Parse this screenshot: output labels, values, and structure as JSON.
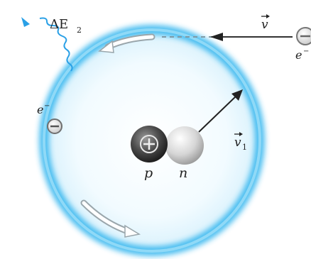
{
  "labels": {
    "photon_energy": "ΔE",
    "photon_energy_sub": "2",
    "incoming_velocity": "v",
    "incoming_electron": "e",
    "incoming_electron_sup": "−",
    "orbit_electron": "e",
    "orbit_electron_sup": "−",
    "neutron_velocity": "v",
    "neutron_velocity_sub": "1",
    "proton": "p",
    "neutron": "n"
  },
  "colors": {
    "orbit_glow": "#2db4ee",
    "orbit_fill": "#eaf7fd",
    "proton": "#4a4a4a",
    "neutron": "#d9d9d9",
    "photon": "#2aa0e6",
    "electron_charge": "#7a7a7a"
  },
  "icons": {
    "orbit_electron_sign": "minus",
    "incoming_electron_sign": "minus",
    "proton_sign": "plus"
  }
}
